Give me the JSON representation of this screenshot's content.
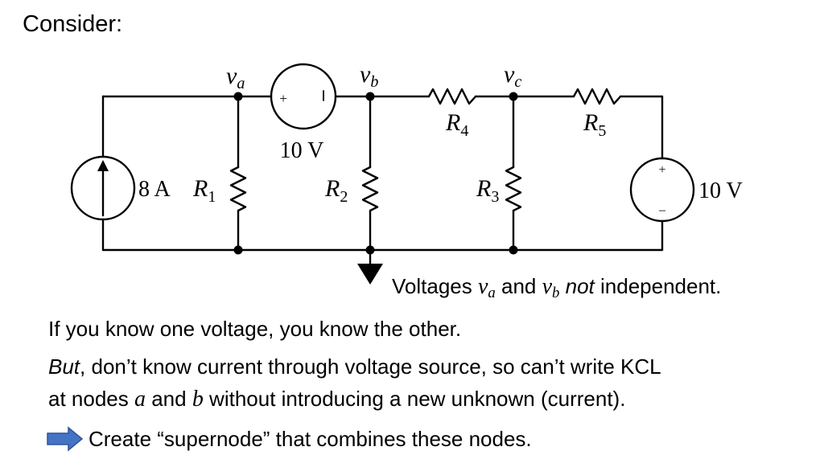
{
  "slide": {
    "title": "Consider:"
  },
  "circuit": {
    "node_labels": {
      "a": {
        "sym": "v",
        "sub": "a"
      },
      "b": {
        "sym": "v",
        "sub": "b"
      },
      "c": {
        "sym": "v",
        "sub": "c"
      }
    },
    "current_source": {
      "value": "8 A"
    },
    "floating_source": {
      "value": "10 V",
      "plus": "+",
      "minus": "|"
    },
    "right_source": {
      "value": "10 V",
      "plus": "+",
      "minus": "–"
    },
    "resistors": [
      {
        "sym": "R",
        "sub": "1"
      },
      {
        "sym": "R",
        "sub": "2"
      },
      {
        "sym": "R",
        "sub": "3"
      },
      {
        "sym": "R",
        "sub": "4"
      },
      {
        "sym": "R",
        "sub": "5"
      }
    ]
  },
  "notes": {
    "line1": {
      "pre": "Voltages ",
      "va": "v",
      "va_sub": "a",
      "mid": " and ",
      "vb": "v",
      "vb_sub": "b",
      "emph": "not",
      "post": " independent."
    },
    "line2": "If you know one voltage, you know the other.",
    "line3": {
      "emph": "But",
      "rest": ", don’t know current through voltage source, so can’t write KCL"
    },
    "line4": {
      "pre": "at nodes ",
      "a": "a",
      "mid": " and ",
      "b": "b",
      "post": " without introducing a new unknown (current)."
    },
    "line5": "Create “supernode” that combines these nodes."
  },
  "colors": {
    "arrow": "#4472C4",
    "arrow_stroke": "#2F5597"
  }
}
